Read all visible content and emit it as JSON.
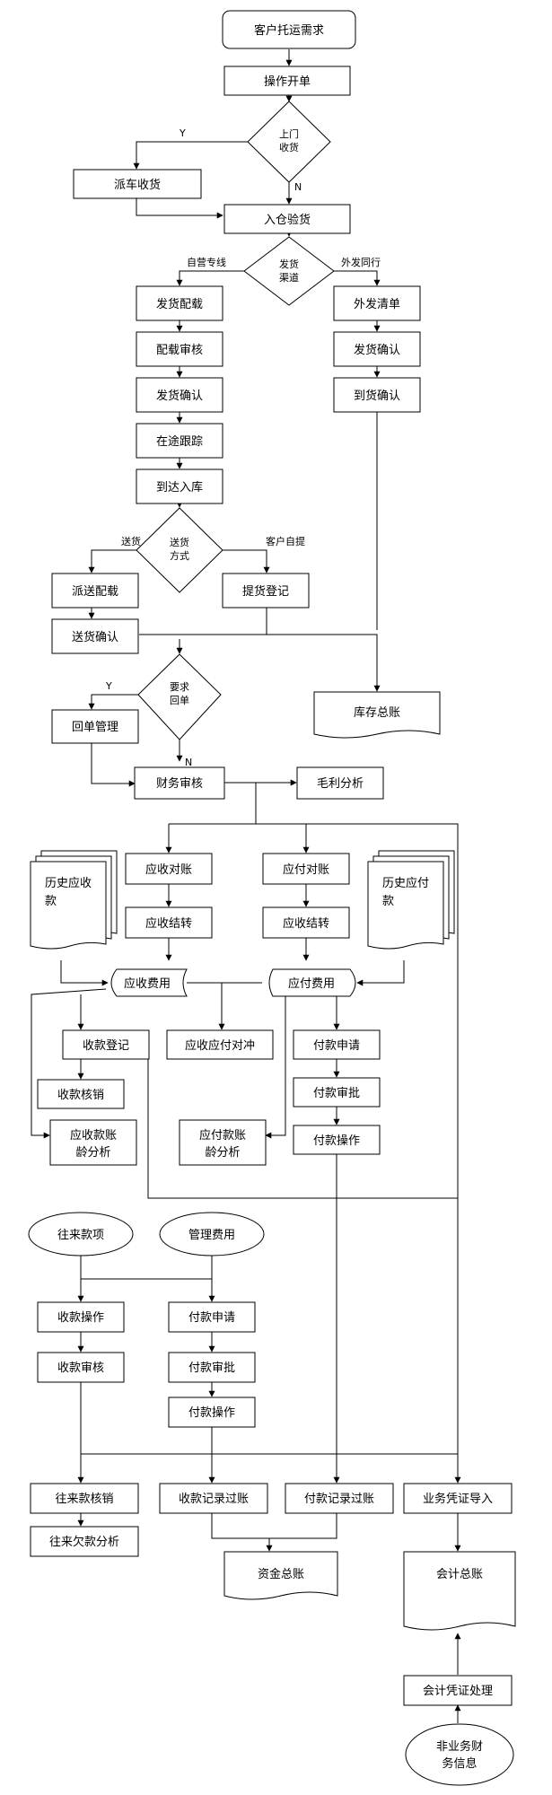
{
  "nodes": {
    "customer_request": "客户托运需求",
    "operation_order": "操作开单",
    "pickup_decision": [
      "上门",
      "收货"
    ],
    "dispatch_pickup": "派车收货",
    "warehouse_inspect": "入仓验货",
    "channel_decision": [
      "发货",
      "渠道"
    ],
    "delivery_allocation": "发货配载",
    "allocation_review": "配载审核",
    "delivery_confirm": "发货确认",
    "transit_tracking": "在途跟踪",
    "arrival_storage": "到达入库",
    "outsource_list": "外发清单",
    "outsource_confirm": "发货确认",
    "arrival_confirm": "到货确认",
    "delivery_method_decision": [
      "送货",
      "方式"
    ],
    "dispatch_allocation": "派送配载",
    "pickup_register": "提货登记",
    "delivery_receipt_confirm": "送货确认",
    "inventory_ledger": "库存总账",
    "receipt_decision": [
      "要求",
      "回单"
    ],
    "receipt_management": "回单管理",
    "finance_review": "财务审核",
    "gross_profit": "毛利分析",
    "receivable_reconcile": "应收对账",
    "payable_reconcile": "应付对账",
    "history_receivable": [
      "历史应收",
      "款"
    ],
    "history_payable": [
      "历史应付",
      "款"
    ],
    "receivable_carry": "应收结转",
    "payable_carry": "应收结转",
    "receivable_fee": "应收费用",
    "payable_fee": "应付费用",
    "collection_register": "收款登记",
    "offset": "应收应付对冲",
    "payment_apply": "付款申请",
    "collection_writeoff": "收款核销",
    "payment_approve": "付款审批",
    "receivable_aging": [
      "应收款账",
      "龄分析"
    ],
    "payable_aging": [
      "应付款账",
      "龄分析"
    ],
    "payment_operation": "付款操作",
    "current_accounts": "往来款项",
    "management_fee": "管理费用",
    "collection_operation": "收款操作",
    "payment_apply_2": "付款申请",
    "collection_review": "收款审核",
    "payment_approve_2": "付款审批",
    "payment_operation_2": "付款操作",
    "current_writeoff": "往来款核销",
    "collection_posting": "收款记录过账",
    "payment_posting": "付款记录过账",
    "voucher_import": "业务凭证导入",
    "current_arrears": "往来欠款分析",
    "fund_ledger": "资金总账",
    "accounting_ledger": "会计总账",
    "voucher_processing": "会计凭证处理",
    "non_business_info": [
      "非业务财",
      "务信息"
    ]
  },
  "edge_labels": {
    "pickup_yes": "Y",
    "pickup_no": "N",
    "self_line": "自营专线",
    "outsource_peer": "外发同行",
    "deliver": "送货",
    "customer_pickup": "客户自提",
    "receipt_yes": "Y",
    "receipt_no": "N"
  }
}
